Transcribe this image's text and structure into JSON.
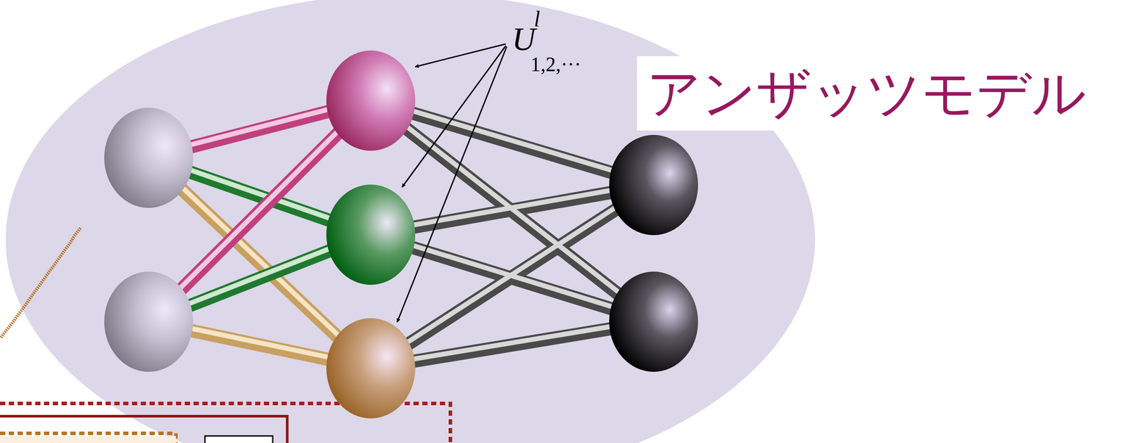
{
  "diagram": {
    "nodes": [
      {
        "text": [
          "アンザッツモデル"
        ]
      }
    ],
    "labels": [
      "U",
      "l",
      "1,2,···"
    ]
  }
}
